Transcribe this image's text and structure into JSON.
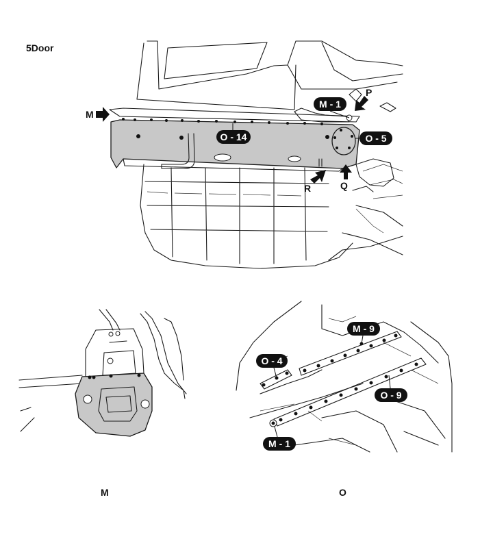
{
  "header": {
    "variant": "5Door"
  },
  "top_view": {
    "callouts": {
      "m_side": "M",
      "m1": "M - 1",
      "p": "P",
      "o14": "O - 14",
      "o5": "O - 5",
      "r": "R",
      "q": "Q"
    }
  },
  "detail_m": {
    "caption": "M"
  },
  "detail_o": {
    "caption": "O",
    "callouts": {
      "m9": "M - 9",
      "o4": "O - 4",
      "o9": "O - 9",
      "m1": "M - 1"
    }
  }
}
